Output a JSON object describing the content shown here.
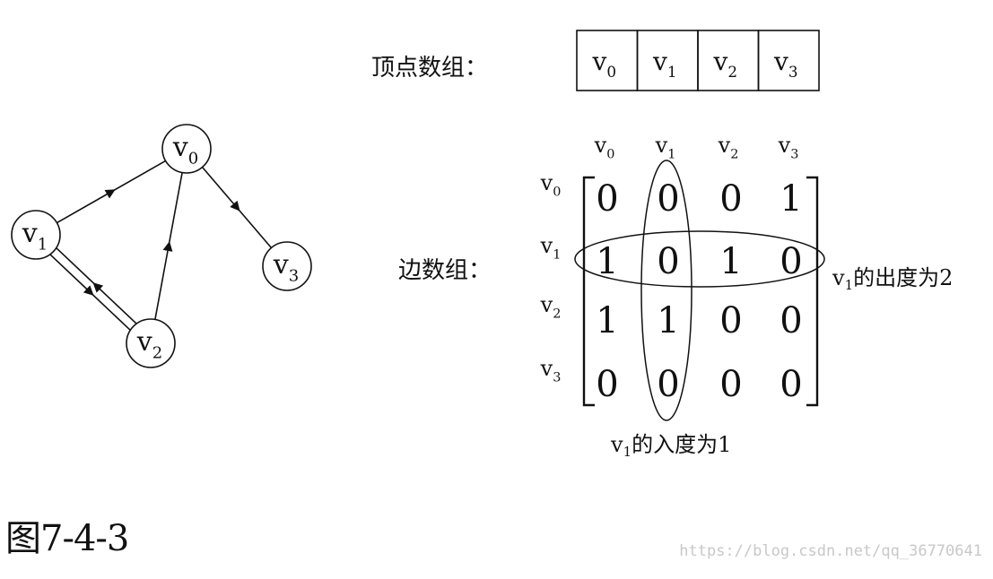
{
  "graph": {
    "nodes": [
      {
        "id": "v0",
        "base": "v",
        "sub": "0"
      },
      {
        "id": "v1",
        "base": "v",
        "sub": "1"
      },
      {
        "id": "v2",
        "base": "v",
        "sub": "2"
      },
      {
        "id": "v3",
        "base": "v",
        "sub": "3"
      }
    ],
    "edges": [
      {
        "from": "v0",
        "to": "v3"
      },
      {
        "from": "v1",
        "to": "v0"
      },
      {
        "from": "v1",
        "to": "v2"
      },
      {
        "from": "v2",
        "to": "v0"
      },
      {
        "from": "v2",
        "to": "v1"
      }
    ]
  },
  "vertex_array": {
    "label": "顶点数组：",
    "cells": [
      {
        "base": "v",
        "sub": "0"
      },
      {
        "base": "v",
        "sub": "1"
      },
      {
        "base": "v",
        "sub": "2"
      },
      {
        "base": "v",
        "sub": "3"
      }
    ]
  },
  "edge_array": {
    "label": "边数组：",
    "column_headers": [
      {
        "base": "v",
        "sub": "0"
      },
      {
        "base": "v",
        "sub": "1"
      },
      {
        "base": "v",
        "sub": "2"
      },
      {
        "base": "v",
        "sub": "3"
      }
    ],
    "row_headers": [
      {
        "base": "v",
        "sub": "0"
      },
      {
        "base": "v",
        "sub": "1"
      },
      {
        "base": "v",
        "sub": "2"
      },
      {
        "base": "v",
        "sub": "3"
      }
    ],
    "matrix": [
      [
        "0",
        "0",
        "0",
        "1"
      ],
      [
        "1",
        "0",
        "1",
        "0"
      ],
      [
        "1",
        "1",
        "0",
        "0"
      ],
      [
        "0",
        "0",
        "0",
        "0"
      ]
    ]
  },
  "annotations": {
    "out_degree": {
      "base": "v",
      "sub": "1",
      "text": "的出度为2"
    },
    "in_degree": {
      "base": "v",
      "sub": "1",
      "text": "的入度为1"
    }
  },
  "caption": "图7-4-3",
  "watermark": "https://blog.csdn.net/qq_36770641",
  "colors": {
    "ink": "#111111",
    "watermark": "#c8c8c8",
    "background": "#ffffff"
  }
}
